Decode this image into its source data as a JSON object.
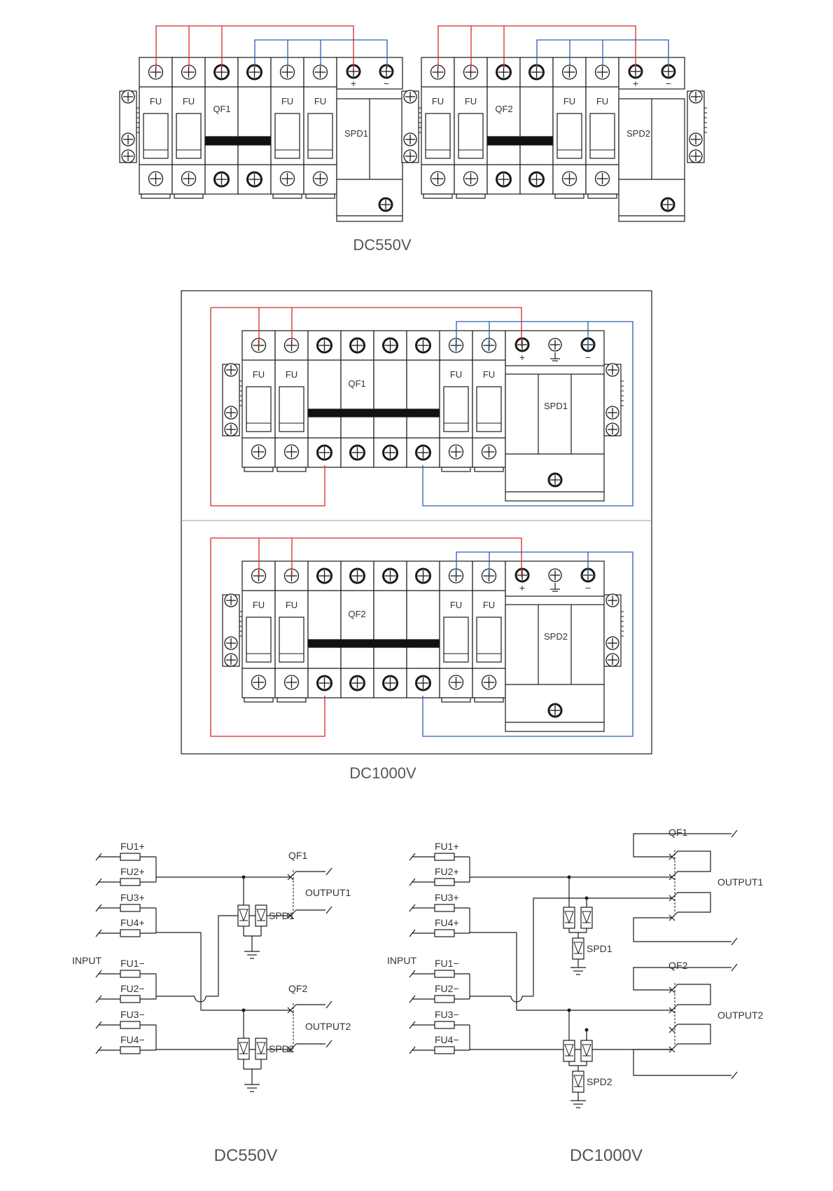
{
  "captions": {
    "top": "DC550V",
    "middle": "DC1000V",
    "bottom_left": "DC550V",
    "bottom_right": "DC1000V"
  },
  "labels": {
    "fu": "FU",
    "qf1": "QF1",
    "qf2": "QF2",
    "spd1": "SPD1",
    "spd2": "SPD2",
    "plus": "+",
    "minus": "−",
    "input": "INPUT",
    "output1": "OUTPUT1",
    "output2": "OUTPUT2",
    "fu1p": "FU1+",
    "fu2p": "FU2+",
    "fu3p": "FU3+",
    "fu4p": "FU4+",
    "fu1m": "FU1−",
    "fu2m": "FU2−",
    "fu3m": "FU3−",
    "fu4m": "FU4−"
  },
  "colors": {
    "line": "#1a1a1a",
    "positive_wire": "#d42a2a",
    "negative_wire": "#2a5fb0",
    "caption": "#555555"
  }
}
